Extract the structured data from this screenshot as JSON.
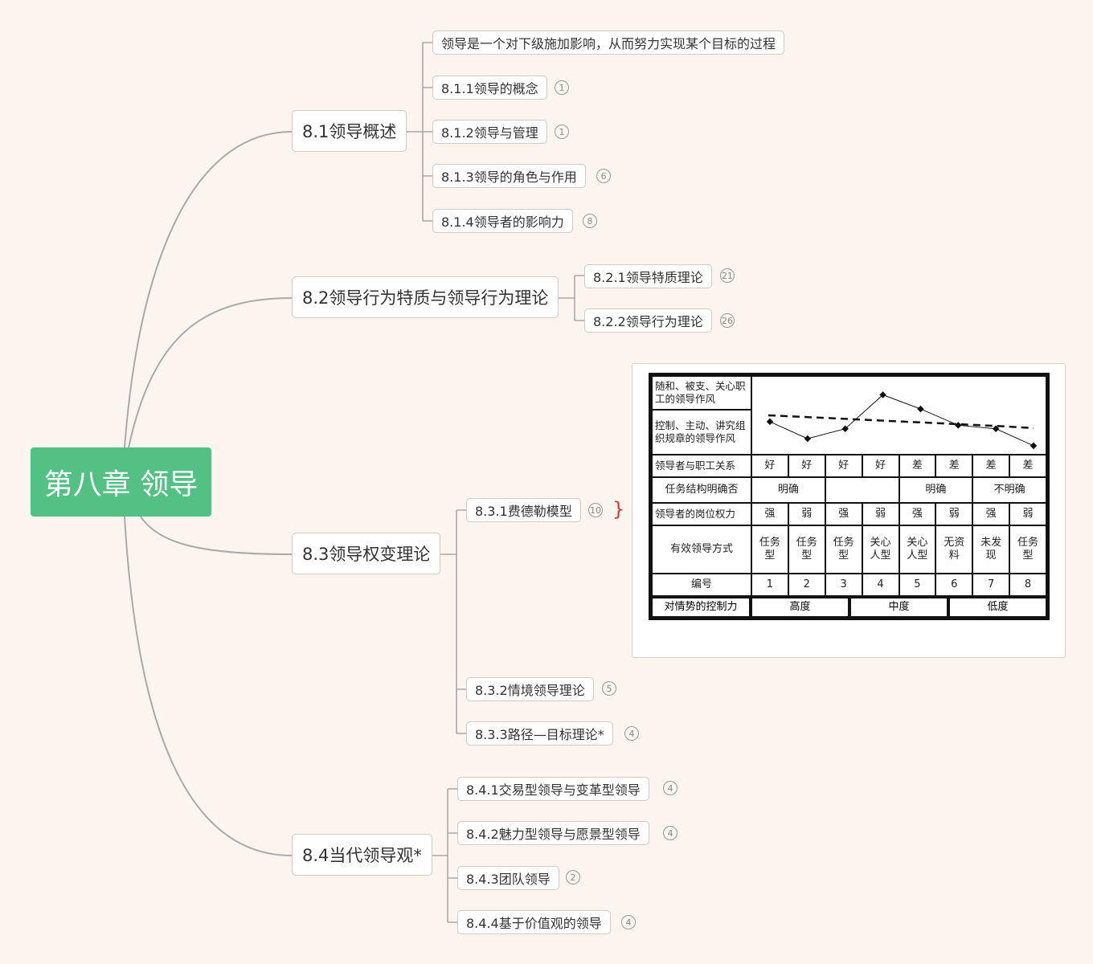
{
  "root": {
    "label": "第八章 领导"
  },
  "branches": [
    {
      "label": "8.1领导概述",
      "children": [
        {
          "label": "领导是一个对下级施加影响，从而努力实现某个目标的过程",
          "badge": ""
        },
        {
          "label": "8.1.1领导的概念",
          "badge": "1"
        },
        {
          "label": "8.1.2领导与管理",
          "badge": "1"
        },
        {
          "label": "8.1.3领导的角色与作用",
          "badge": "6"
        },
        {
          "label": "8.1.4领导者的影响力",
          "badge": "8"
        }
      ]
    },
    {
      "label": "8.2领导行为特质与领导行为理论",
      "children": [
        {
          "label": "8.2.1领导特质理论",
          "badge": "21"
        },
        {
          "label": "8.2.2领导行为理论",
          "badge": "26"
        }
      ]
    },
    {
      "label": "8.3领导权变理论",
      "children": [
        {
          "label": "8.3.1费德勒模型",
          "badge": "10"
        },
        {
          "label": "8.3.2情境领导理论",
          "badge": "5"
        },
        {
          "label": "8.3.3路径—目标理论*",
          "badge": "4"
        }
      ]
    },
    {
      "label": "8.4当代领导观*",
      "children": [
        {
          "label": "8.4.1交易型领导与变革型领导",
          "badge": "4"
        },
        {
          "label": "8.4.2魅力型领导与愿景型领导",
          "badge": "4"
        },
        {
          "label": "8.4.3团队领导",
          "badge": "2"
        },
        {
          "label": "8.4.4基于价值观的领导",
          "badge": "4"
        }
      ]
    }
  ],
  "fiedler": {
    "top_label": "随和、被支、关心职工的领导作风",
    "bottom_label": "控制、主动、讲究组织规章的领导作风",
    "relation_label": "领导者与职工关系",
    "relation": [
      "好",
      "好",
      "好",
      "好",
      "差",
      "差",
      "差",
      "差"
    ],
    "structure_label": "任务结构明确否",
    "structure": [
      "明确",
      "",
      "明确",
      "不明确"
    ],
    "power_label": "领导者的岗位权力",
    "power": [
      "强",
      "弱",
      "强",
      "弱",
      "强",
      "弱",
      "强",
      "弱"
    ],
    "style_label": "有效领导方式",
    "style": [
      "任务型",
      "任务型",
      "任务型",
      "关心人型",
      "关心人型",
      "无资料",
      "未发现",
      "任务型"
    ],
    "number_label": "编号",
    "numbers": [
      "1",
      "2",
      "3",
      "4",
      "5",
      "6",
      "7",
      "8"
    ],
    "control_label": "对情势的控制力",
    "control": [
      "高度",
      "中度",
      "低度"
    ]
  },
  "chart_data": {
    "type": "line",
    "x": [
      1,
      2,
      3,
      4,
      5,
      6,
      7,
      8
    ],
    "series": [
      {
        "name": "solid",
        "values": [
          41,
          17,
          31,
          79,
          59,
          36,
          31,
          7
        ]
      },
      {
        "name": "dashed",
        "values": [
          50,
          47.5,
          45,
          42.5,
          40,
          37.5,
          35,
          32
        ]
      }
    ],
    "ylim": [
      0,
      100
    ]
  }
}
